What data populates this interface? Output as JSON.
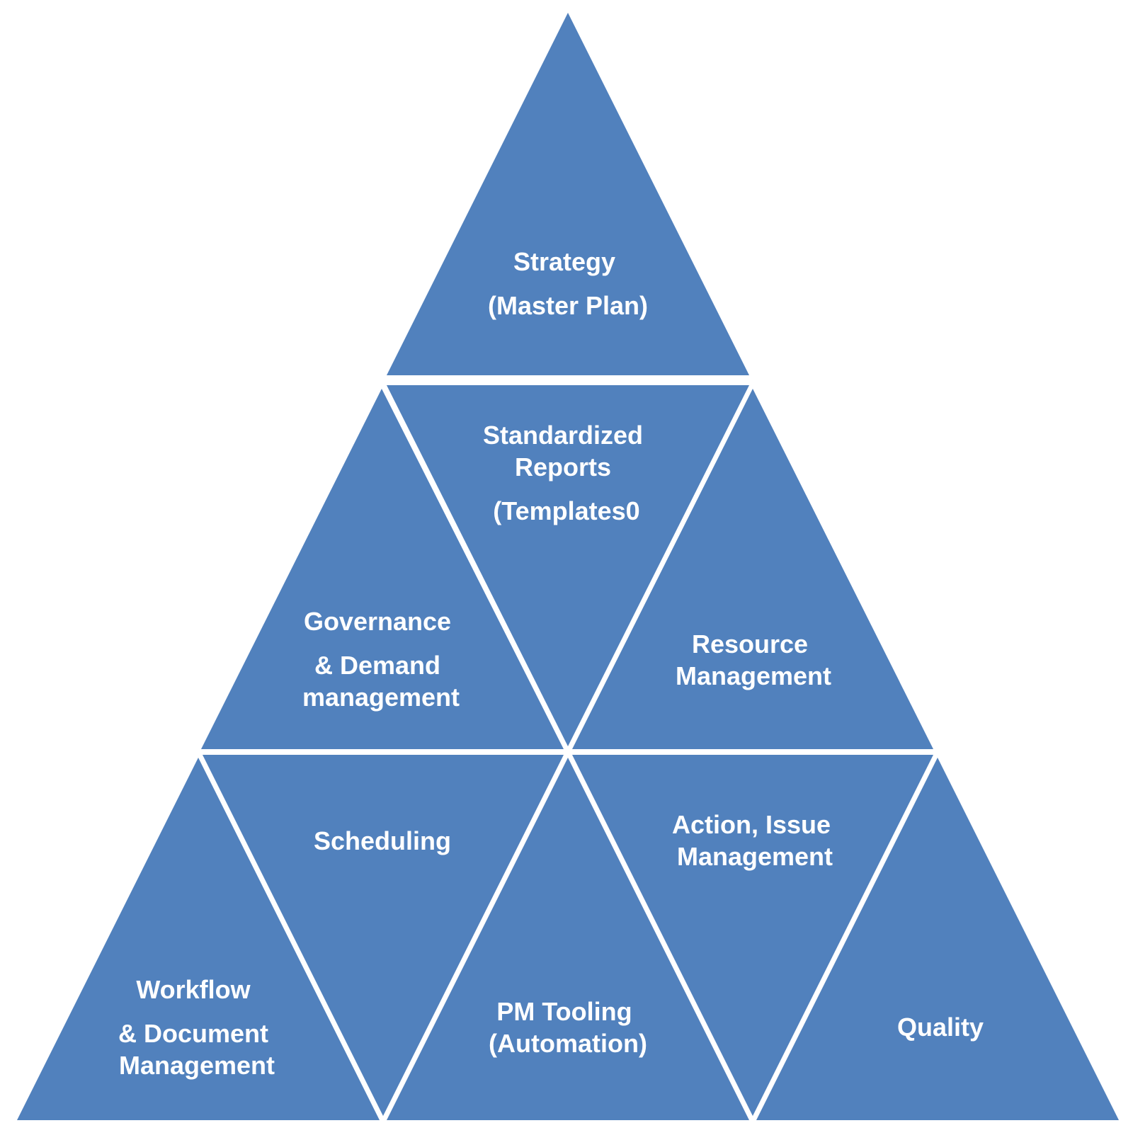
{
  "colors": {
    "tile_fill": "#5181BD",
    "text": "#FFFFFF",
    "background": "#FFFFFF"
  },
  "tiles": [
    {
      "id": "strategy",
      "lines": [
        "Strategy",
        "(Master Plan)"
      ]
    },
    {
      "id": "governance",
      "lines": [
        "Governance",
        "& Demand",
        "management"
      ]
    },
    {
      "id": "standardized-reports",
      "lines": [
        "Standardized",
        "Reports",
        "(Templates0"
      ]
    },
    {
      "id": "resource-management",
      "lines": [
        "Resource",
        "Management"
      ]
    },
    {
      "id": "workflow",
      "lines": [
        "Workflow",
        "& Document",
        "Management"
      ]
    },
    {
      "id": "scheduling",
      "lines": [
        "Scheduling"
      ]
    },
    {
      "id": "pm-tooling",
      "lines": [
        "PM Tooling",
        "(Automation)"
      ]
    },
    {
      "id": "action-issue",
      "lines": [
        "Action, Issue",
        "Management"
      ]
    },
    {
      "id": "quality",
      "lines": [
        "Quality"
      ]
    }
  ]
}
